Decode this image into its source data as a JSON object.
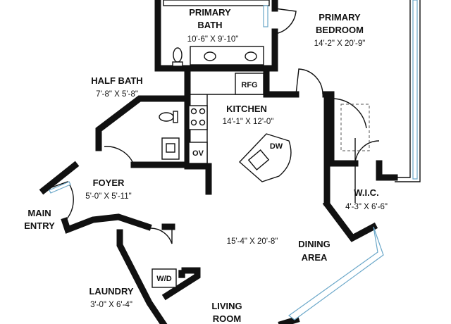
{
  "rooms": {
    "primary_bath": {
      "name_line1": "PRIMARY",
      "name_line2": "BATH",
      "dims": "10'-6\" X 9'-10\""
    },
    "primary_bedroom": {
      "name_line1": "PRIMARY",
      "name_line2": "BEDROOM",
      "dims": "14'-2\" X 20'-9\""
    },
    "half_bath": {
      "name": "HALF BATH",
      "dims": "7'-8\" X 5'-8\""
    },
    "kitchen": {
      "name": "KITCHEN",
      "dims": "14'-1\" X 12'-0\""
    },
    "foyer": {
      "name": "FOYER",
      "dims": "5'-0\" X 5'-11\""
    },
    "main_entry": {
      "name_line1": "MAIN",
      "name_line2": "ENTRY"
    },
    "wic": {
      "name": "W.I.C.",
      "dims": "4'-3\" X 6'-6\""
    },
    "great_room": {
      "dims": "15'-4\" X 20'-8\""
    },
    "dining_area": {
      "name_line1": "DINING",
      "name_line2": "AREA"
    },
    "laundry": {
      "name": "LAUNDRY",
      "dims": "3'-0\" X 6'-4\""
    },
    "living_room": {
      "name_line1": "LIVING",
      "name_line2": "ROOM"
    }
  },
  "appliances": {
    "refrigerator": "RFG",
    "dishwasher": "DW",
    "oven": "OV",
    "washer_dryer": "W/D"
  }
}
